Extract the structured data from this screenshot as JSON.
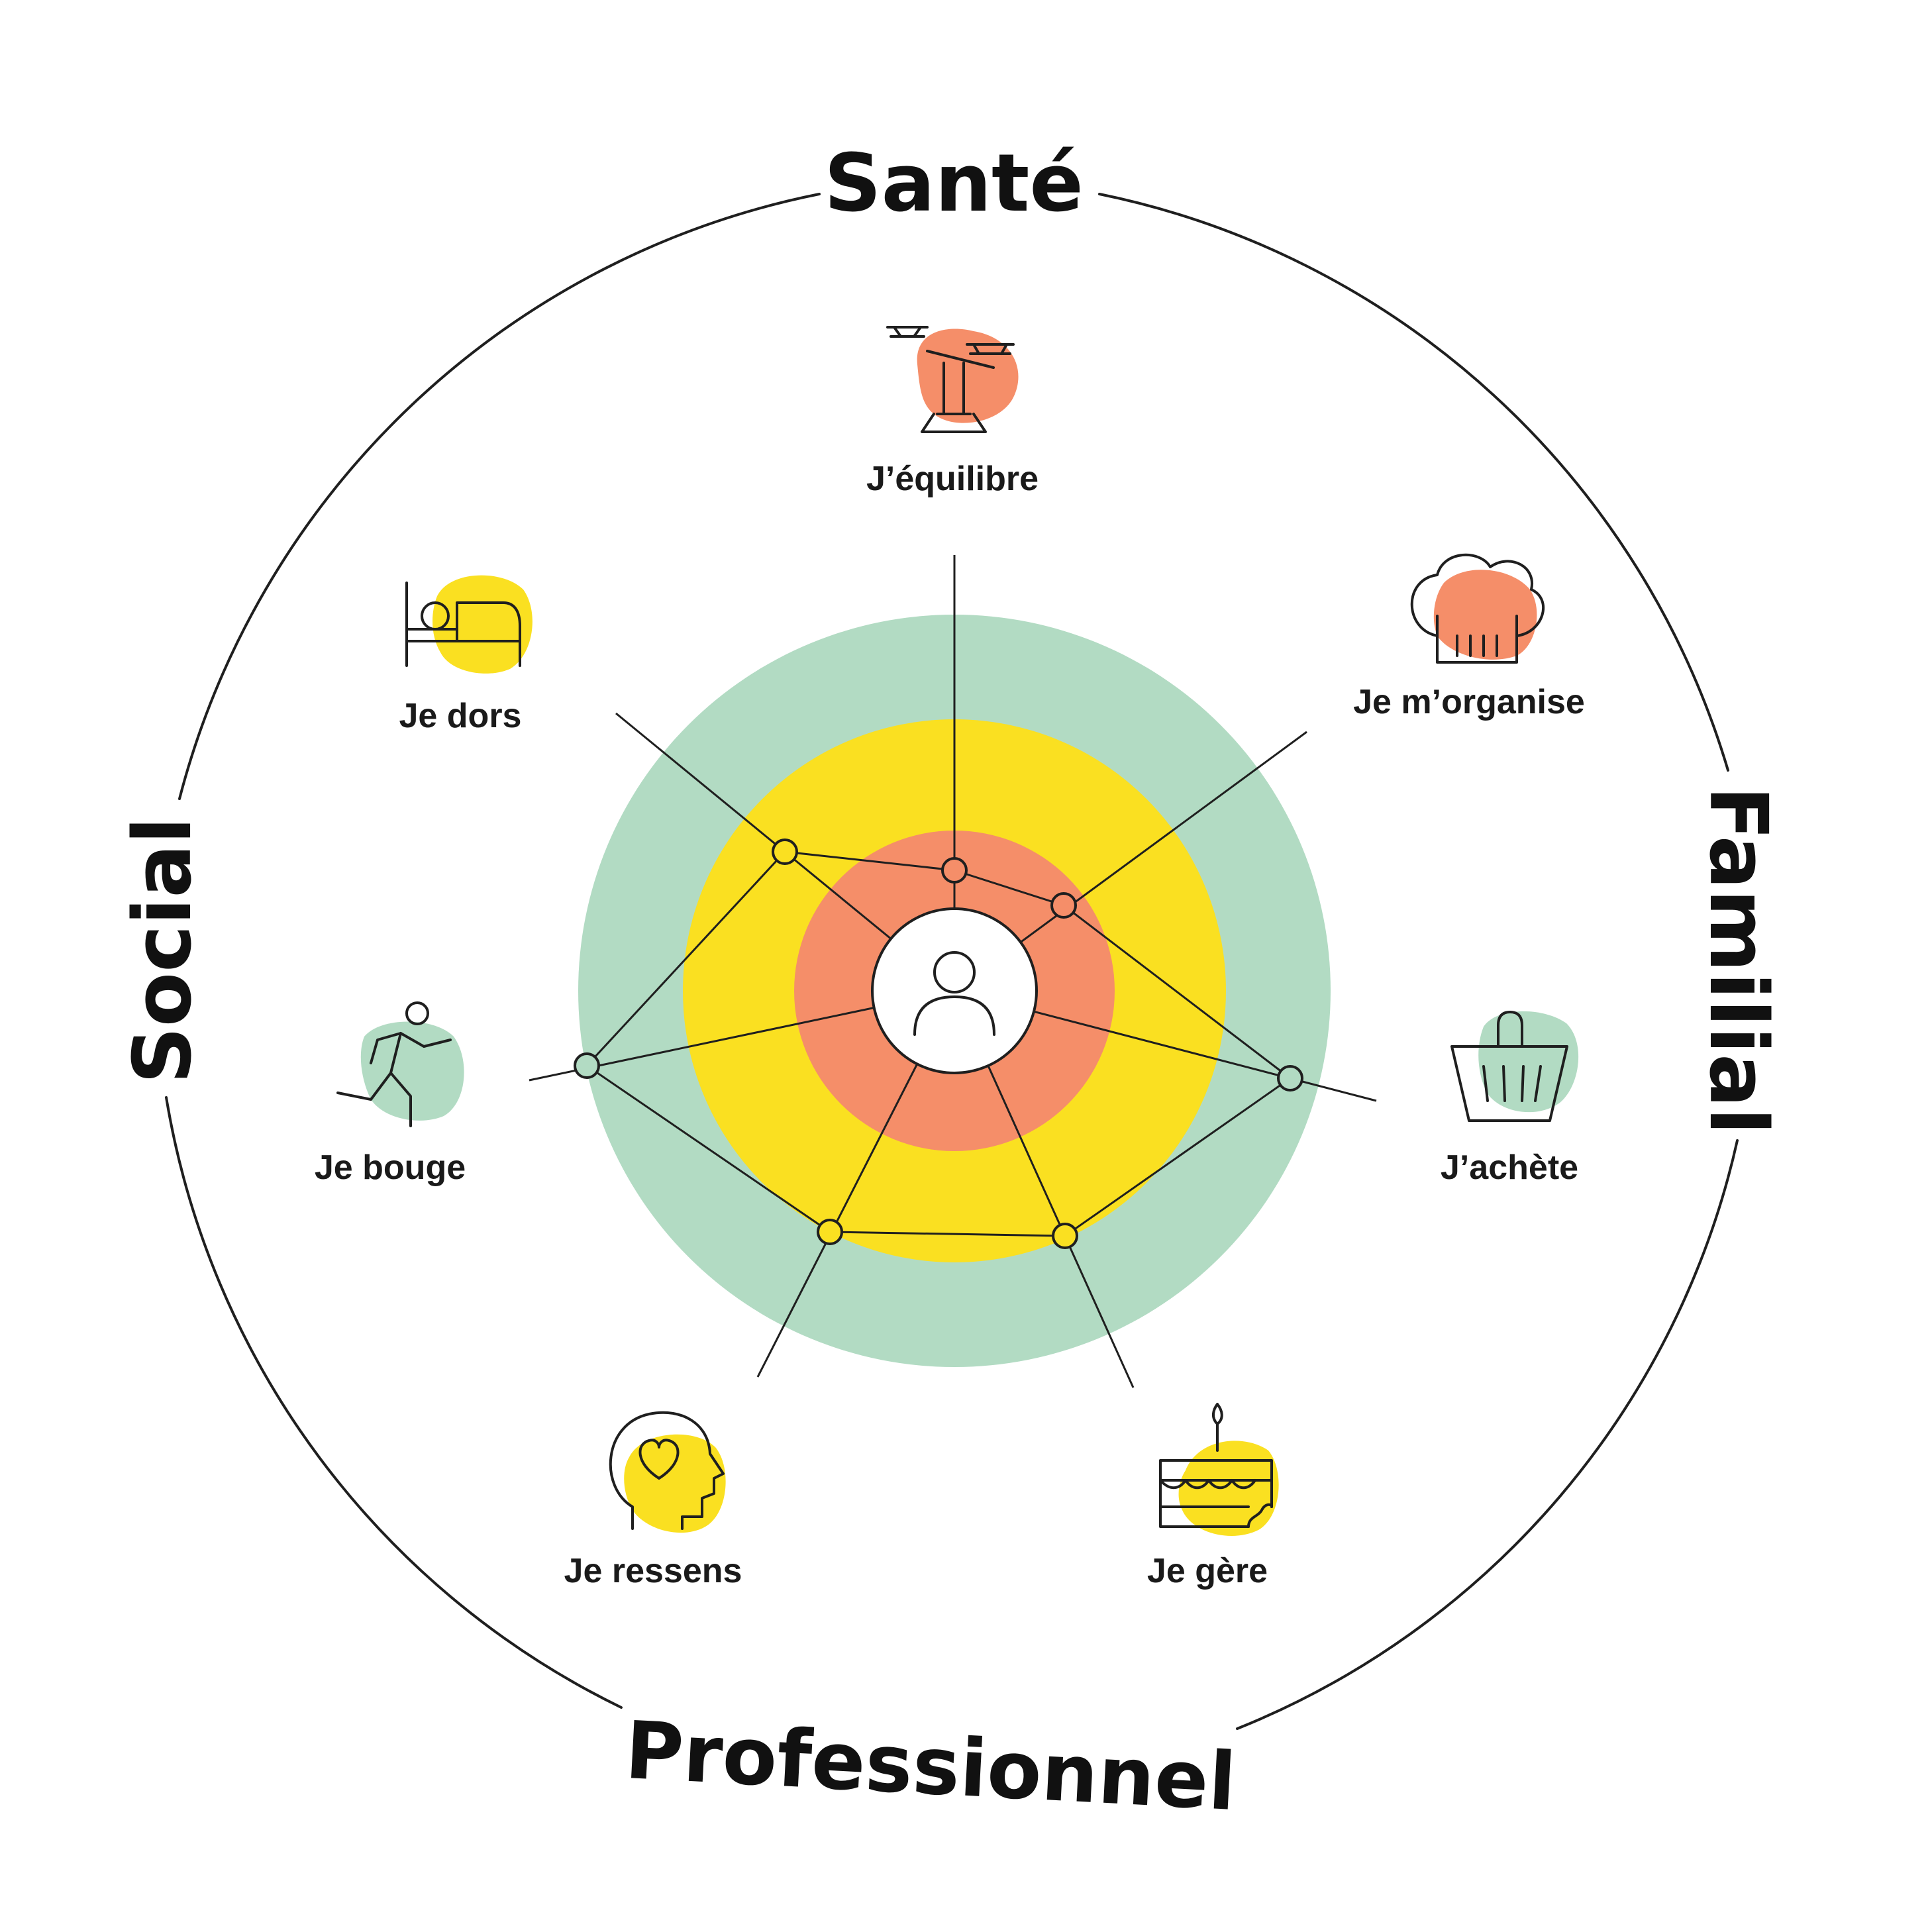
{
  "colors": {
    "outer_ring": "#b2dbc3",
    "middle_ring": "#fae021",
    "inner_ring": "#f58e69",
    "center": "#ffffff",
    "line": "#1f1f1f"
  },
  "domains": {
    "top": "Santé",
    "right": "Familial",
    "bottom": "Professionnel",
    "left": "Social"
  },
  "center": {
    "icon": "person-icon"
  },
  "items": [
    {
      "label": "J’équilibre",
      "icon": "balance-scale-icon",
      "blob_color": "#f58e69",
      "level": "inner"
    },
    {
      "label": "Je m’organise",
      "icon": "chef-hat-icon",
      "blob_color": "#f58e69",
      "level": "inner"
    },
    {
      "label": "J’achète",
      "icon": "shopping-basket-icon",
      "blob_color": "#b2dbc3",
      "level": "outer"
    },
    {
      "label": "Je gère",
      "icon": "cake-icon",
      "blob_color": "#fae021",
      "level": "middle"
    },
    {
      "label": "Je ressens",
      "icon": "head-heart-icon",
      "blob_color": "#fae021",
      "level": "middle"
    },
    {
      "label": "Je bouge",
      "icon": "running-person-icon",
      "blob_color": "#b2dbc3",
      "level": "outer"
    },
    {
      "label": "Je dors",
      "icon": "bed-icon",
      "blob_color": "#fae021",
      "level": "middle"
    }
  ]
}
